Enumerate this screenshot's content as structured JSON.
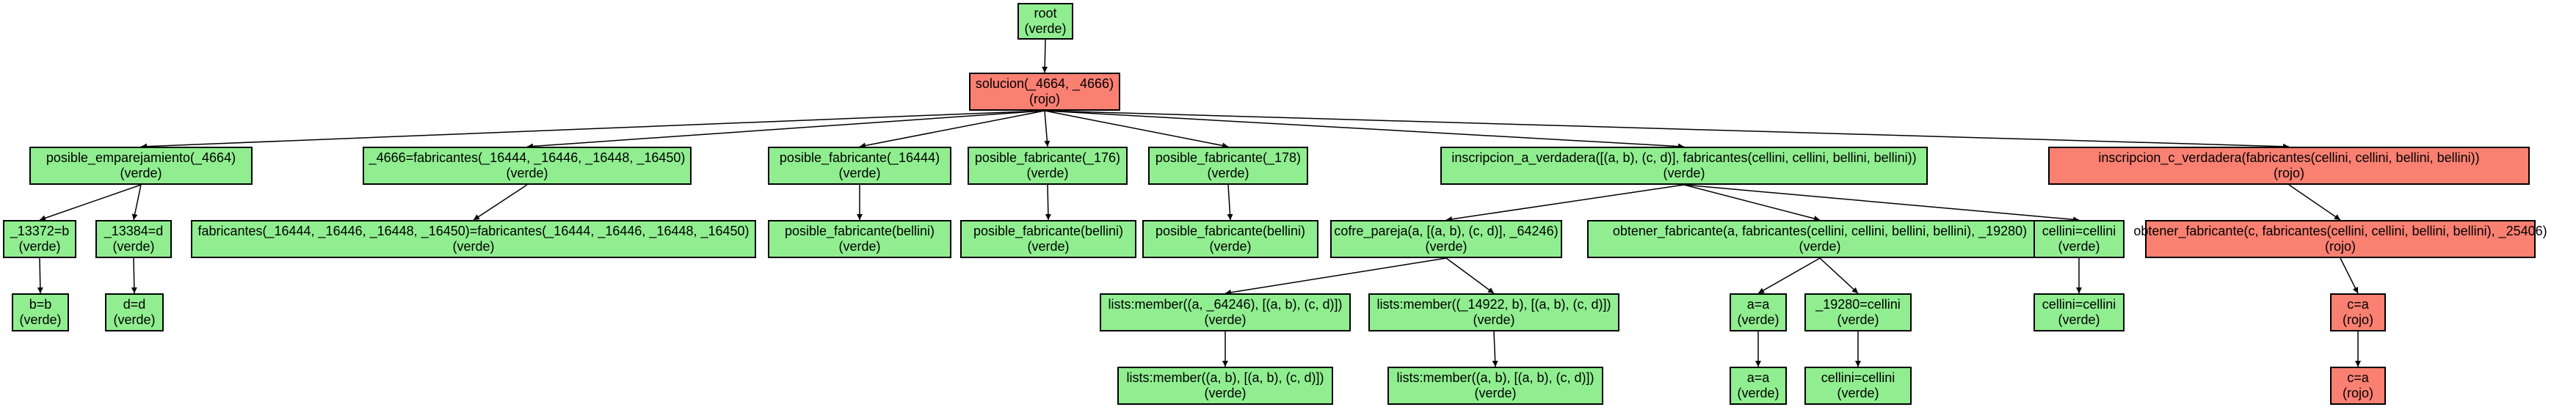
{
  "colors": {
    "verde": "#90ee90",
    "rojo": "#fa8072",
    "edge": "#000000"
  },
  "nodes": [
    {
      "id": "root",
      "label": "root",
      "status": "(verde)",
      "color": "verde"
    },
    {
      "id": "solucion",
      "label": "solucion(_4664, _4666)",
      "status": "(rojo)",
      "color": "rojo"
    },
    {
      "id": "pe",
      "label": "posible_emparejamiento(_4664)",
      "status": "(verde)",
      "color": "verde"
    },
    {
      "id": "fab",
      "label": "_4666=fabricantes(_16444, _16446, _16448, _16450)",
      "status": "(verde)",
      "color": "verde"
    },
    {
      "id": "pf1",
      "label": "posible_fabricante(_16444)",
      "status": "(verde)",
      "color": "verde"
    },
    {
      "id": "pf2",
      "label": "posible_fabricante(_176)",
      "status": "(verde)",
      "color": "verde"
    },
    {
      "id": "pf3",
      "label": "posible_fabricante(_178)",
      "status": "(verde)",
      "color": "verde"
    },
    {
      "id": "iav",
      "label": "inscripcion_a_verdadera([(a, b), (c, d)], fabricantes(cellini, cellini, bellini, bellini))",
      "status": "(verde)",
      "color": "verde"
    },
    {
      "id": "icv",
      "label": "inscripcion_c_verdadera(fabricantes(cellini, cellini, bellini, bellini))",
      "status": "(rojo)",
      "color": "rojo"
    },
    {
      "id": "n13372",
      "label": "_13372=b",
      "status": "(verde)",
      "color": "verde"
    },
    {
      "id": "n13384",
      "label": "_13384=d",
      "status": "(verde)",
      "color": "verde"
    },
    {
      "id": "fabeq",
      "label": "fabricantes(_16444, _16446, _16448, _16450)=fabricantes(_16444, _16446, _16448, _16450)",
      "status": "(verde)",
      "color": "verde"
    },
    {
      "id": "pfb1",
      "label": "posible_fabricante(bellini)",
      "status": "(verde)",
      "color": "verde"
    },
    {
      "id": "pfb2",
      "label": "posible_fabricante(bellini)",
      "status": "(verde)",
      "color": "verde"
    },
    {
      "id": "pfb3",
      "label": "posible_fabricante(bellini)",
      "status": "(verde)",
      "color": "verde"
    },
    {
      "id": "cp",
      "label": "cofre_pareja(a, [(a, b), (c, d)], _64246)",
      "status": "(verde)",
      "color": "verde"
    },
    {
      "id": "of",
      "label": "obtener_fabricante(a, fabricantes(cellini, cellini, bellini, bellini), _19280)",
      "status": "(verde)",
      "color": "verde"
    },
    {
      "id": "cc1",
      "label": "cellini=cellini",
      "status": "(verde)",
      "color": "verde"
    },
    {
      "id": "ofc",
      "label": "obtener_fabricante(c, fabricantes(cellini, cellini, bellini, bellini), _25406)",
      "status": "(rojo)",
      "color": "rojo"
    },
    {
      "id": "bb",
      "label": "b=b",
      "status": "(verde)",
      "color": "verde"
    },
    {
      "id": "dd",
      "label": "d=d",
      "status": "(verde)",
      "color": "verde"
    },
    {
      "id": "lm1",
      "label": "lists:member((a, _64246), [(a, b), (c, d)])",
      "status": "(verde)",
      "color": "verde"
    },
    {
      "id": "lm2",
      "label": "lists:member((_14922, b), [(a, b), (c, d)])",
      "status": "(verde)",
      "color": "verde"
    },
    {
      "id": "aa1",
      "label": "a=a",
      "status": "(verde)",
      "color": "verde"
    },
    {
      "id": "c19280",
      "label": "_19280=cellini",
      "status": "(verde)",
      "color": "verde"
    },
    {
      "id": "cc2",
      "label": "cellini=cellini",
      "status": "(verde)",
      "color": "verde"
    },
    {
      "id": "ca1",
      "label": "c=a",
      "status": "(rojo)",
      "color": "rojo"
    },
    {
      "id": "lm3",
      "label": "lists:member((a, b), [(a, b), (c, d)])",
      "status": "(verde)",
      "color": "verde"
    },
    {
      "id": "lm4",
      "label": "lists:member((a, b), [(a, b), (c, d)])",
      "status": "(verde)",
      "color": "verde"
    },
    {
      "id": "aa2",
      "label": "a=a",
      "status": "(verde)",
      "color": "verde"
    },
    {
      "id": "cc3",
      "label": "cellini=cellini",
      "status": "(verde)",
      "color": "verde"
    },
    {
      "id": "ca2",
      "label": "c=a",
      "status": "(rojo)",
      "color": "rojo"
    }
  ],
  "edges": [
    [
      "root",
      "solucion"
    ],
    [
      "solucion",
      "pe"
    ],
    [
      "solucion",
      "fab"
    ],
    [
      "solucion",
      "pf1"
    ],
    [
      "solucion",
      "pf2"
    ],
    [
      "solucion",
      "pf3"
    ],
    [
      "solucion",
      "iav"
    ],
    [
      "solucion",
      "icv"
    ],
    [
      "pe",
      "n13372"
    ],
    [
      "pe",
      "n13384"
    ],
    [
      "fab",
      "fabeq"
    ],
    [
      "pf1",
      "pfb1"
    ],
    [
      "pf2",
      "pfb2"
    ],
    [
      "pf3",
      "pfb3"
    ],
    [
      "iav",
      "cp"
    ],
    [
      "iav",
      "of"
    ],
    [
      "iav",
      "cc1"
    ],
    [
      "icv",
      "ofc"
    ],
    [
      "n13372",
      "bb"
    ],
    [
      "n13384",
      "dd"
    ],
    [
      "cp",
      "lm1"
    ],
    [
      "cp",
      "lm2"
    ],
    [
      "of",
      "aa1"
    ],
    [
      "of",
      "c19280"
    ],
    [
      "cc1",
      "cc2"
    ],
    [
      "ofc",
      "ca1"
    ],
    [
      "lm1",
      "lm3"
    ],
    [
      "lm2",
      "lm4"
    ],
    [
      "aa1",
      "aa2"
    ],
    [
      "c19280",
      "cc3"
    ],
    [
      "ca1",
      "ca2"
    ]
  ]
}
